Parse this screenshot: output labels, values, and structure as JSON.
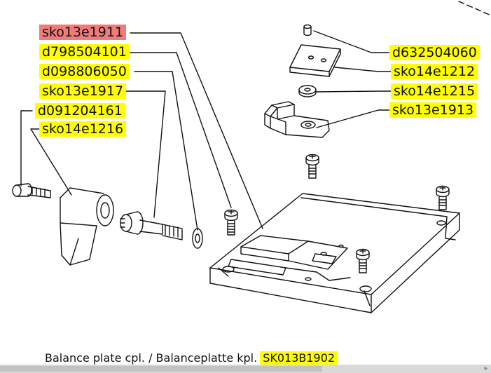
{
  "labels": {
    "sko13e1911": "sko13e1911",
    "d798504101": "d798504101",
    "d098806050": "d098806050",
    "sko13e1917": "sko13e1917",
    "d091204161": "d091204161",
    "sko14e1216": "sko14e1216",
    "d632504060": "d632504060",
    "sko14e1212": "sko14e1212",
    "sko14e1215": "sko14e1215",
    "sko13e1913": "sko13e1913"
  },
  "footer": {
    "caption": "Balance plate cpl. / Balanceplatte kpl.",
    "code": "SK013B1902"
  },
  "colors": {
    "highlight_yellow": "#ffff00",
    "highlight_red": "#ef7b7b",
    "line": "#111111"
  },
  "icons": {
    "scroll_arrow": "chevron-right-icon"
  }
}
